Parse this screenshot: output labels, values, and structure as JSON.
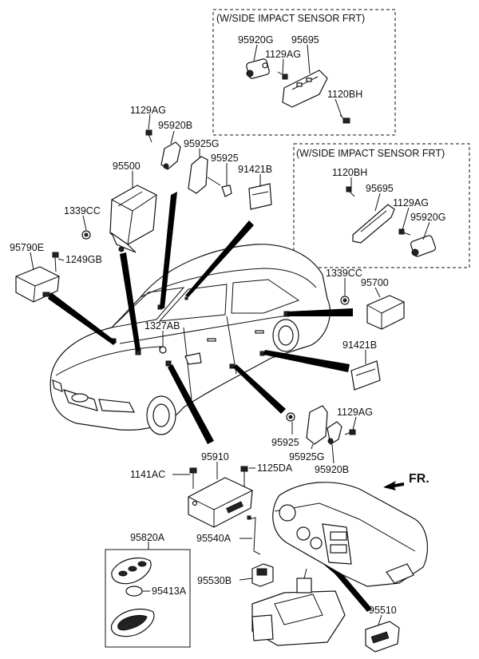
{
  "boxes": {
    "frt_top_header": "(W/SIDE IMPACT SENSOR FRT)",
    "frt_mid_header": "(W/SIDE IMPACT SENSOR FRT)"
  },
  "labels": {
    "p95920G_a": "95920G",
    "p95695_a": "95695",
    "p1129AG_a": "1129AG",
    "p1120BH_a": "1120BH",
    "p1129AG_b": "1129AG",
    "p95920B_a": "95920B",
    "p95925G_a": "95925G",
    "p95500": "95500",
    "p95925_a": "95925",
    "p91421B_a": "91421B",
    "p1120BH_b": "1120BH",
    "p95695_b": "95695",
    "p1129AG_c": "1129AG",
    "p95920G_b": "95920G",
    "p1339CC_a": "1339CC",
    "p95790E": "95790E",
    "p1249GB": "1249GB",
    "p1339CC_b": "1339CC",
    "p95700": "95700",
    "p1327AB": "1327AB",
    "p91421B_b": "91421B",
    "p1129AG_d": "1129AG",
    "p95925_b": "95925",
    "p95925G_b": "95925G",
    "p95920B_b": "95920B",
    "p95910": "95910",
    "p1141AC": "1141AC",
    "p1125DA": "1125DA",
    "p95820A": "95820A",
    "p95540A": "95540A",
    "p95413A": "95413A",
    "p95530B": "95530B",
    "p95510": "95510",
    "fr": "FR."
  }
}
